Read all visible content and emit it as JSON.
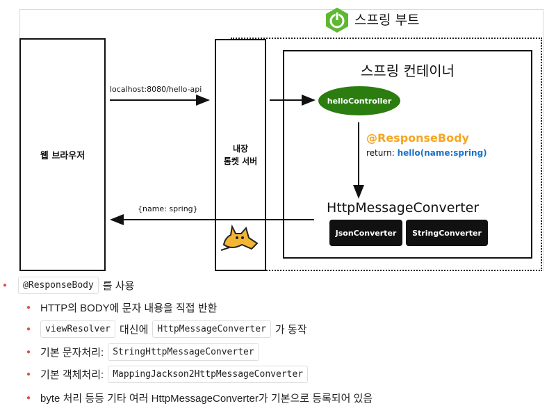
{
  "diagram": {
    "spring_boot_title": "스프링 부트",
    "browser_label": "웹 브라우저",
    "server_label_1": "내장",
    "server_label_2": "톰켓 서버",
    "container_title": "스프링 컨테이너",
    "controller_label": "helloController",
    "response_body_label": "@ResponseBody",
    "return_prefix": "return:",
    "return_value": "hello(name:spring)",
    "converter_title": "HttpMessageConverter",
    "json_converter": "JsonConverter",
    "string_converter": "StringConverter",
    "request_label": "localhost:8080/hello-api",
    "response_label": "{name: spring}",
    "colors": {
      "spring_green": "#2b7d10",
      "annotation_orange": "#f5a623",
      "return_blue": "#1a73c8",
      "bullet_red": "#d9534f"
    }
  },
  "notes": {
    "item1_code": "@ResponseBody",
    "item1_text": "를 사용",
    "sub1_text": "HTTP의 BODY에 문자 내용을 직접 반환",
    "sub2_code1": "viewResolver",
    "sub2_mid": "대신에",
    "sub2_code2": "HttpMessageConverter",
    "sub2_end": "가 동작",
    "sub3_text": "기본 문자처리:",
    "sub3_code": "StringHttpMessageConverter",
    "sub4_text": "기본 객체처리:",
    "sub4_code": "MappingJackson2HttpMessageConverter",
    "sub5_text": "byte 처리 등등 기타 여러 HttpMessageConverter가 기본으로 등록되어 있음"
  }
}
